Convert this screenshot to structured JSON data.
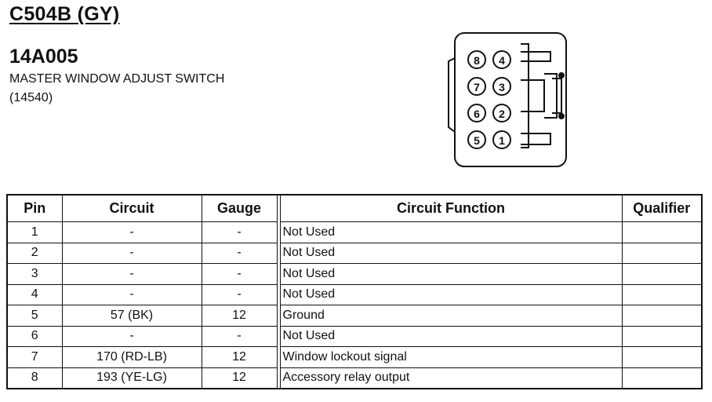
{
  "header": {
    "connector_id": "C504B (GY)",
    "part_number": "14A005",
    "component_name": "MASTER WINDOW ADJUST SWITCH",
    "component_ref": "(14540)"
  },
  "connector": {
    "pins": [
      {
        "label": "8",
        "row": 0,
        "col": 0
      },
      {
        "label": "4",
        "row": 0,
        "col": 1
      },
      {
        "label": "7",
        "row": 1,
        "col": 0
      },
      {
        "label": "3",
        "row": 1,
        "col": 1
      },
      {
        "label": "6",
        "row": 2,
        "col": 0
      },
      {
        "label": "2",
        "row": 2,
        "col": 1
      },
      {
        "label": "5",
        "row": 3,
        "col": 0
      },
      {
        "label": "1",
        "row": 3,
        "col": 1
      }
    ]
  },
  "table": {
    "headers": {
      "pin": "Pin",
      "circuit": "Circuit",
      "gauge": "Gauge",
      "function": "Circuit Function",
      "qualifier": "Qualifier"
    },
    "rows": [
      {
        "pin": "1",
        "circuit": "-",
        "gauge": "-",
        "function": "Not Used",
        "qualifier": ""
      },
      {
        "pin": "2",
        "circuit": "-",
        "gauge": "-",
        "function": "Not Used",
        "qualifier": ""
      },
      {
        "pin": "3",
        "circuit": "-",
        "gauge": "-",
        "function": "Not Used",
        "qualifier": ""
      },
      {
        "pin": "4",
        "circuit": "-",
        "gauge": "-",
        "function": "Not Used",
        "qualifier": ""
      },
      {
        "pin": "5",
        "circuit": "57 (BK)",
        "gauge": "12",
        "function": "Ground",
        "qualifier": ""
      },
      {
        "pin": "6",
        "circuit": "-",
        "gauge": "-",
        "function": "Not Used",
        "qualifier": ""
      },
      {
        "pin": "7",
        "circuit": "170 (RD-LB)",
        "gauge": "12",
        "function": "Window lockout signal",
        "qualifier": ""
      },
      {
        "pin": "8",
        "circuit": "193 (YE-LG)",
        "gauge": "12",
        "function": "Accessory relay output",
        "qualifier": ""
      }
    ]
  }
}
